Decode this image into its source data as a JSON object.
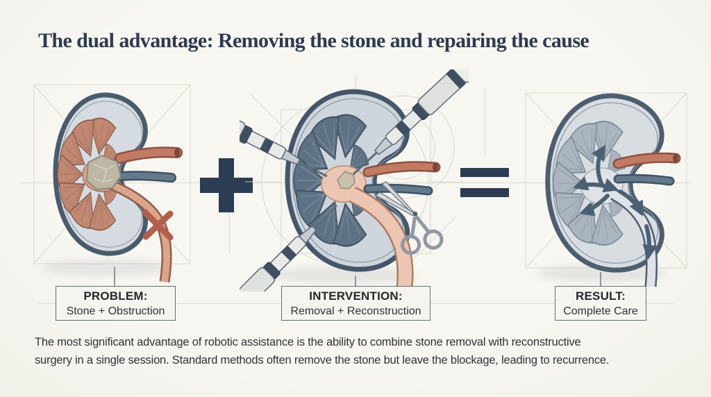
{
  "title": "The dual advantage: Removing the stone and repairing the cause",
  "operators": {
    "plus": "+",
    "equals": "="
  },
  "panels": [
    {
      "name": "problem",
      "caption_title": "PROBLEM:",
      "caption_subtitle": "Stone + Obstruction"
    },
    {
      "name": "intervention",
      "caption_title": "INTERVENTION:",
      "caption_subtitle": "Removal + Reconstruction"
    },
    {
      "name": "result",
      "caption_title": "RESULT:",
      "caption_subtitle": "Complete Care"
    }
  ],
  "footer": {
    "line1": "The most significant advantage of robotic assistance is the ability to combine stone removal with reconstructive",
    "line2": "surgery in a single session. Standard methods often remove the stone but leave the blockage, leading to recurrence."
  },
  "icons": {
    "plus": "plus-icon",
    "equals": "equals-icon",
    "obstruction": "obstruction-x-icon",
    "stone": "kidney-stone-icon",
    "robotic_instrument": "robotic-instrument-icon",
    "scissors": "scissors-icon",
    "flow_arrows": "flow-arrows-icon"
  },
  "palette": {
    "background": "#f5f4ee",
    "title_text": "#2d3a50",
    "operator": "#2c3c52",
    "capsule": "#4a5b6c",
    "cortex": "#d6dbe1",
    "pyramid_problem": "#c08872",
    "pyramid_intervention": "#5e7285",
    "pyramid_result": "#aab5bf",
    "pelvis_pink": "#d9a189",
    "artery": "#b5664f",
    "vein": "#64798c",
    "stone": "#bcb6a5",
    "x_mark": "#b0604c",
    "flow_arrow": "#4c6073",
    "instrument_band": "#3e4f61",
    "box_border": "#5f6e7d",
    "body_text": "#2e3338",
    "guide_line": "#dcd9cc"
  }
}
